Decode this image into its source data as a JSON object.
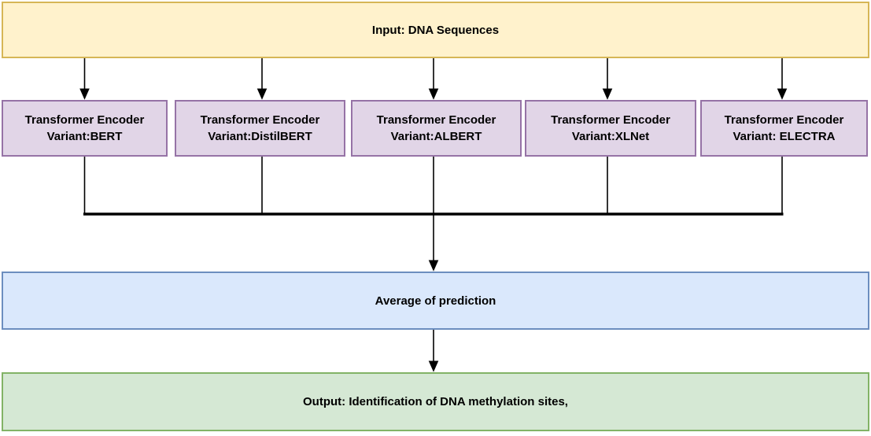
{
  "diagram": {
    "input_box": {
      "label": "Input: DNA Sequences",
      "fill": "#FFF2CC",
      "stroke": "#D6B656"
    },
    "encoders": {
      "fill": "#E1D5E7",
      "stroke": "#9673A6",
      "items": [
        {
          "line1": "Transformer Encoder",
          "line2": "Variant:BERT"
        },
        {
          "line1": "Transformer Encoder",
          "line2": "Variant:DistilBERT"
        },
        {
          "line1": "Transformer Encoder",
          "line2": "Variant:ALBERT"
        },
        {
          "line1": "Transformer Encoder",
          "line2": "Variant:XLNet"
        },
        {
          "line1": "Transformer Encoder",
          "line2": "Variant: ELECTRA"
        }
      ]
    },
    "average_box": {
      "label": "Average of prediction",
      "fill": "#DAE8FC",
      "stroke": "#6C8EBF"
    },
    "output_box": {
      "label": "Output: Identification of DNA methylation sites,",
      "fill": "#D5E8D4",
      "stroke": "#82B366"
    },
    "connector_color": "#000000"
  }
}
